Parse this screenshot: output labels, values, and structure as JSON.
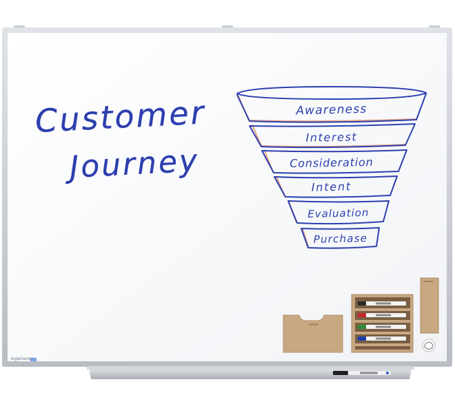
{
  "board": {
    "heading_line1": "Customer",
    "heading_line2": "Journey",
    "brand_label": "legamaster",
    "ink_color": "#2d3fae",
    "frame_color": "#c9ccd2",
    "surface_color": "#fbfcfd"
  },
  "funnel": {
    "stages": [
      {
        "label": "Awareness"
      },
      {
        "label": "Interest"
      },
      {
        "label": "Consideration"
      },
      {
        "label": "Intent"
      },
      {
        "label": "Evaluation"
      },
      {
        "label": "Purchase"
      }
    ],
    "outline_color": "#2d3fae",
    "shadow_color": "#e7a07c"
  },
  "accessories": {
    "marker_colors": [
      "#2a2a2a",
      "#c2282c",
      "#2e8b3a",
      "#1e3fae"
    ],
    "holder_color": "#c8a882"
  }
}
